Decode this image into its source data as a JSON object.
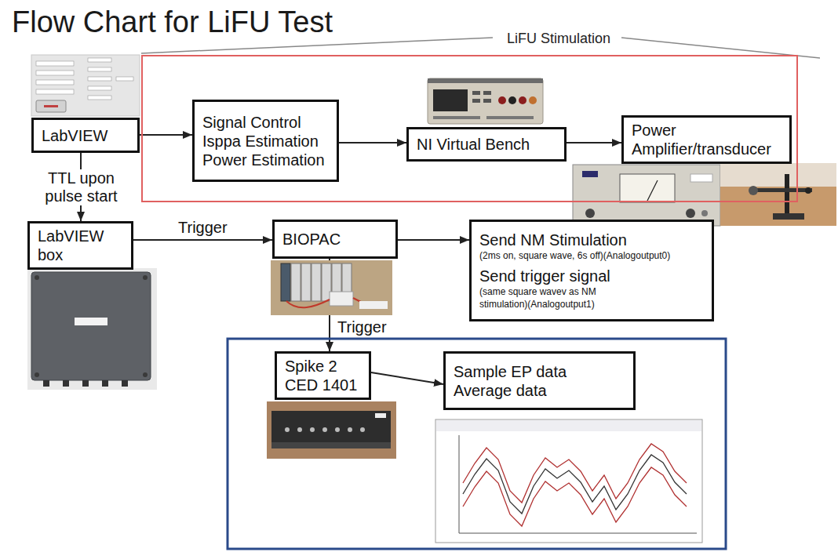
{
  "diagram": {
    "title": "Flow Chart for LiFU Test",
    "nodes": [
      {
        "text": [
          "LiFU Stimulation"
        ]
      },
      {
        "text": [
          "LabVIEW"
        ]
      },
      {
        "text": [
          "Signal Control",
          "Isppa Estimation",
          "Power Estimation"
        ],
        "in": 0
      },
      {
        "text": [
          "NI Virtual Bench"
        ],
        "in": 0
      },
      {
        "text": [
          "Power Amplifier/transducer"
        ],
        "in": 0
      },
      {
        "text": [
          "LabVIEW box"
        ]
      },
      {
        "text": [
          "BIOPAC"
        ]
      },
      {
        "text": [
          "Send NM Stimulation",
          "(2ms on, square wave, 6s off)(Analogoutput0)",
          "Send trigger signal",
          "(same square wavev as NM stimulation)(Analogoutput1)"
        ]
      },
      {
        "text": [
          "Spike 2",
          "CED 1401"
        ]
      },
      {
        "text": [
          "Sample EP data",
          "Average data"
        ]
      }
    ],
    "edges": [
      {
        "from": 1,
        "to": 2,
        "arrow": "to"
      },
      {
        "from": 2,
        "to": 3,
        "arrow": "to"
      },
      {
        "from": 3,
        "to": 4,
        "arrow": "to"
      },
      {
        "from": 1,
        "to": 5,
        "label": "TTL upon pulse start",
        "arrow": "to"
      },
      {
        "from": 5,
        "to": 6,
        "label": "Trigger",
        "arrow": "to"
      },
      {
        "from": 6,
        "to": 7,
        "arrow": "to"
      },
      {
        "from": 6,
        "to": 8,
        "label": "Trigger",
        "arrow": "to"
      },
      {
        "from": 8,
        "to": 9,
        "arrow": "to"
      }
    ]
  }
}
